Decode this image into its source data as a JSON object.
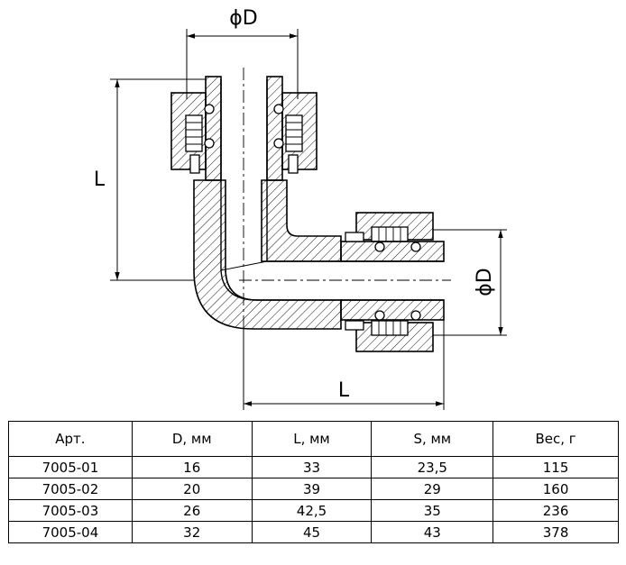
{
  "drawing": {
    "dim_top_diameter": "ϕD",
    "dim_side_diameter": "ϕD",
    "dim_left_length": "L",
    "dim_bottom_length": "L"
  },
  "table": {
    "headers": [
      "Арт.",
      "D, мм",
      "L, мм",
      "S, мм",
      "Вес, г"
    ],
    "rows": [
      [
        "7005-01",
        "16",
        "33",
        "23,5",
        "115"
      ],
      [
        "7005-02",
        "20",
        "39",
        "29",
        "160"
      ],
      [
        "7005-03",
        "26",
        "42,5",
        "35",
        "236"
      ],
      [
        "7005-04",
        "32",
        "45",
        "43",
        "378"
      ]
    ]
  }
}
